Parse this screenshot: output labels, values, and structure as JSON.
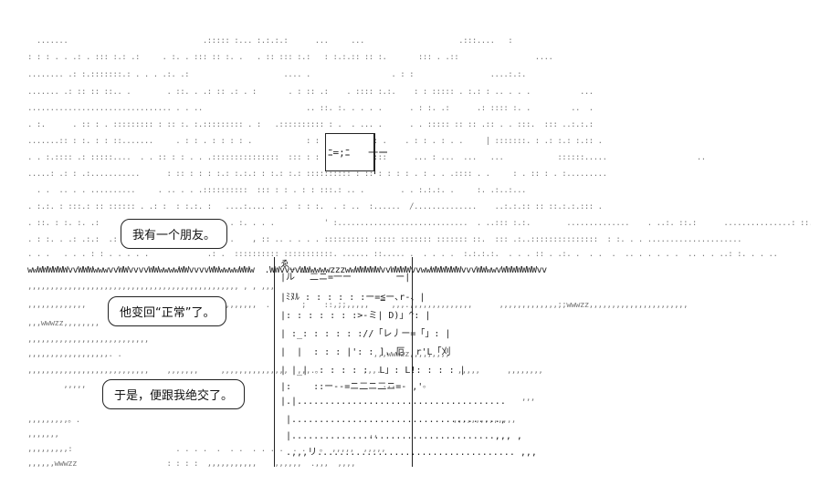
{
  "bubbles": {
    "first": "我有一个朋友。",
    "second": "他变回“正常”了。",
    "third": "于是，便跟我绝交了。"
  },
  "art": {
    "rows": [
      "  .......                              .::::: :... :.:.:.:      ...     ...                     .:::....   :",
      ": : : . . .: . ::: :.: .:     . :. . ::: :: :. .   . :: ::: :.:   : :.:.:: :: :.       ::: . .::                 ....",
      "........ .: :.:::::::.: . . . .:. .:                     .... .                  . : :                 ....:.:.",
      "....... .: :: :: ::.. .        . ::. . .: :: .: . :       . : :: .:    . :::: :.:.    : : ::::: . :.: : .. . . .           ...",
      "................................ . . ..                       .. ::. :. . . . .      . : :. .:      .: :::: :. .         ..  .",
      ". :.      . :: : . ::::::::: : :: :. :.::::::::: . :   .:::::::::: : .  . ... .      . . ::::: :: :: .:: . . :::.  ::: ..:.:.:",
      ".......:: : :. : : ::.......     . : : . : : : : .            : : . : :: ::: : .    . : : . : . .     | :::::::. : .: :.: :.:: .",
      ". . :.:::: .: :::::....  . . :: : : . . .:::::::::::::::  ::: : : : .. .  ::::::      ... : ...  ...   ...            ::::::.....                    ..",
      ".....: .: : .:...........      : :: : : : :.: :.:.: : :.: :.: :::::::::: : :: : : : : . : . . .:::: . .     : . :: : . :.........",
      "  . .  .. . . ..........     . .. . . .::::::::::  ::: : : . : : :::.: .. .        . . :.:.:. .     :. .:..:...",
      ". :.:. : :::.: :: :::::: . .: :  : :.:. :   ....:.... . .:  : : :.  . : ..  :......  /..............    ..:.:.:: :: ::.:.:.::: .",
      ". ::. : :. :. .:        . :. .           . . . :. . . .           ' :.............................  . ..::: :.:.        ..............    . ..:. ::.:      ...............: ::.:.:.",
      ". : :. . .: .:.:  .: :: . . .           :::: .    , :: .. . . . . :::::::::: ::::: ::::::: ::::::: ::.  ::: .:..:::::::::::::::  : :. . . .....................",
      ". . .   . . . : : . . . . .             .: .  :::::::::: :::::::::::. ...... ::..... .  . . . .  :.:.:.:.  . . . :: . .:. .  . .  .  .. . . . . .  .. . . ..: :. . . ..",
      "wwWWWWWWvvWWWwwwvvWWvvvvWWwwwwWWvvvvWWwwwwWWw  .WWvvvvWWwwwwzzzwwWWWWWvvWWWWvvwwWWWWWWvvvWWwwvWWWWWWWvv",
      ",,,,,,,,,,,,,,,,,,,,,,,,,,,,,,,,,,,,,,,,,,,,,,, , , ,,,",
      ",,,,,,,,,,,,,               ,,,,,,,,,,,,,,,,,,,,,,,  .       ;    ::,;;,,,,,     ,,,.,,,,,,,,,,,,,,      ,,,,,,,,,,,,,;;wwwzz,,,,,,,,,,,,,,,,,,,,,,",
      ",,,wwwzz,,,,,,,,                                                                                                   ",
      ",,,,,,,,,,,,,,,,,,,,,,,,,,,                                                                                       ",
      ",,,,,,,,,,,,,,,,,,. .                                                        ,,,wwwzz,,,,,,,,,",
      ",,,,,,,,,,,,,,,,,,,,,,,,,,,    ,,,,,,,     ,,,,,,,,,,,,,,,  ,,,.。         ,,,.                 ,,,,,      ,,,,,,,,",
      "        ,,,,,                                                                  .,,      。",
      "                                                                                                              ,,,",
      ",,,,,,,,,。.                                                                                   ,,,,,,,,,,,,,,",
      ",,,,,,,                                                                     ,,",
      ",,,,,,,,,:                       . . . .  .  . .  . . . .  . .   。 ,,,,,  ,,,,,",
      ",,,,,,wwwzz                    : : : :  ,,,,,,,,,,,    ,,,,,,  .,,,  ,,,,"
    ]
  },
  "figure": {
    "lines": [
      "ゑ_",
      "|ル ￣二ニ=一ー        ー|",
      "|ﾐﾇﾙ : : : : : :ー=≦ー､r‐、|",
      "|: : : : : : :>-ミ| D)」^: |",
      "| :_: : : : : ://「レ丿ー=「」: |",
      "|  |  : : : |': : ]. 厄  r'L「刈",
      "| |_|  : : : : :  L」: L!: : : : |",
      "|:    ::ー--=ニ二ニ二ニ=- ,'",
      "|.|......................................",
      " |......................................,",
      " |.....................................,,, ,",
      " .,,,リ.................................... ,,,"
    ]
  },
  "window": {
    "line": "ﾆ=;ﾆ   一ー"
  }
}
